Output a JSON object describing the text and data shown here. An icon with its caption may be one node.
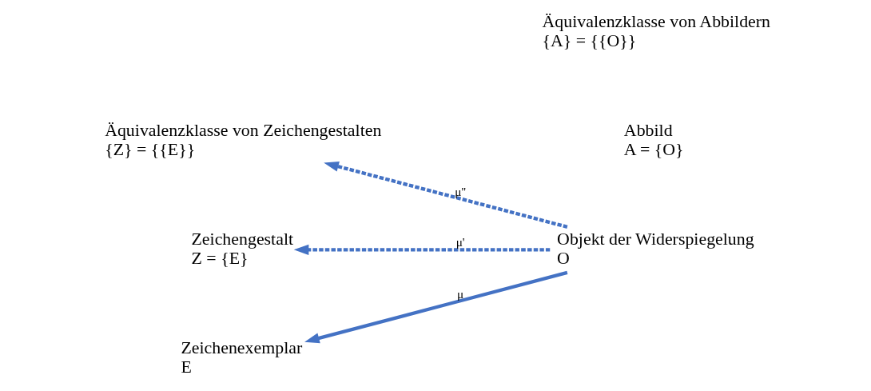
{
  "diagram": {
    "nodes": [
      {
        "text": [
          "Äquivalenzklasse von Zeichengestalten",
          "{Z} = {{E}}"
        ]
      },
      {
        "text": [
          "Zeichengestalt",
          "Z = {E}"
        ]
      },
      {
        "text": [
          "Zeichenexemplar",
          "E"
        ]
      },
      {
        "text": [
          "Objekt der Widerspiegelung",
          "O"
        ]
      }
    ],
    "edges": [
      {
        "from": 3,
        "to": 0,
        "arrow": "to",
        "label": "μ''",
        "style": "dashed"
      },
      {
        "from": 3,
        "to": 1,
        "arrow": "to",
        "label": "μ'",
        "style": "dashed"
      },
      {
        "from": 3,
        "to": 2,
        "arrow": "to",
        "label": "μ"
      }
    ],
    "labels": [
      "Äquivalenzklasse von Abbildern",
      "{A} = {{O}}",
      "Abbild",
      "A = {O}"
    ]
  }
}
